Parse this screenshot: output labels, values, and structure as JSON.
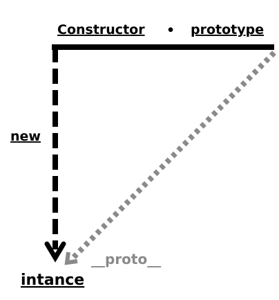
{
  "labels": {
    "constructor": "Constructor",
    "separator": "•",
    "prototype": "prototype",
    "new": "new",
    "proto": "__proto__",
    "instance": "intance"
  },
  "colors": {
    "solid": "#000000",
    "dashed": "#000000",
    "dotted": "#8a8a8a",
    "background": "#ffffff"
  }
}
